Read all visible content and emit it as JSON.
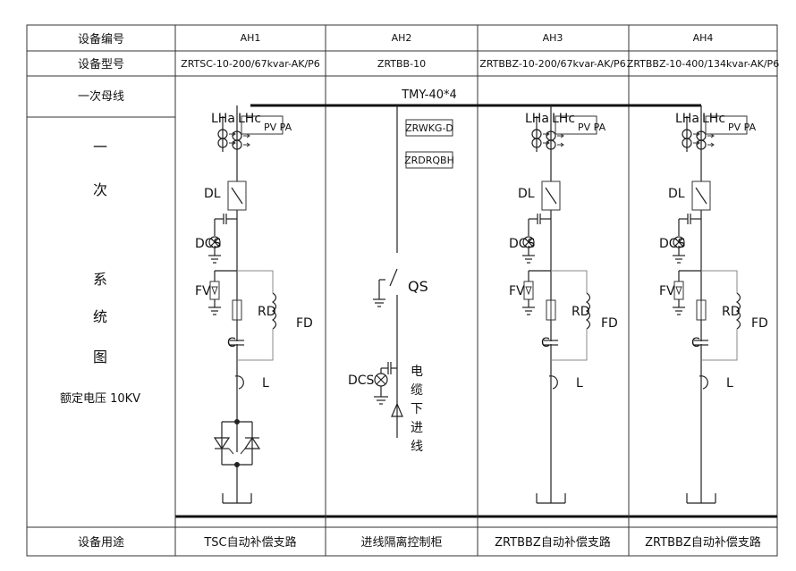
{
  "rows": {
    "number_label": "设备编号",
    "model_label": "设备型号",
    "busbar_label": "一次母线",
    "purpose_label": "设备用途"
  },
  "left_column": {
    "chars": [
      "一",
      "次",
      "系",
      "统",
      "图"
    ],
    "rated_voltage": "额定电压 10KV"
  },
  "busbar": "TMY-40*4",
  "cabinets": [
    {
      "id": "AH1",
      "model": "ZRTSC-10-200/67kvar-AK/P6",
      "purpose": "TSC自动补偿支路",
      "labels": {
        "lha": "LHa",
        "lhc": "LHc",
        "meter": "PV PA",
        "breaker": "DL",
        "dcs": "DCS",
        "fv": "FV",
        "rd": "RD",
        "fd": "FD",
        "c": "C",
        "l": "L"
      }
    },
    {
      "id": "AH2",
      "model": "ZRTBB-10",
      "purpose": "进线隔离控制柜",
      "labels": {
        "box1": "ZRWKG-D",
        "box2": "ZRDRQBH",
        "qs": "QS",
        "dcs": "DCS",
        "cable": [
          "电",
          "缆",
          "下",
          "进",
          "线"
        ]
      }
    },
    {
      "id": "AH3",
      "model": "ZRTBBZ-10-200/67kvar-AK/P6",
      "purpose": "ZRTBBZ自动补偿支路",
      "labels": {
        "lha": "LHa",
        "lhc": "LHc",
        "meter": "PV PA",
        "breaker": "DL",
        "dcs": "DCS",
        "fv": "FV",
        "rd": "RD",
        "fd": "FD",
        "c": "C",
        "l": "L"
      }
    },
    {
      "id": "AH4",
      "model": "ZRTBBZ-10-400/134kvar-AK/P6",
      "purpose": "ZRTBBZ自动补偿支路",
      "labels": {
        "lha": "LHa",
        "lhc": "LHc",
        "meter": "PV PA",
        "breaker": "DL",
        "dcs": "DCS",
        "fv": "FV",
        "rd": "RD",
        "fd": "FD",
        "c": "C",
        "l": "L"
      }
    }
  ]
}
